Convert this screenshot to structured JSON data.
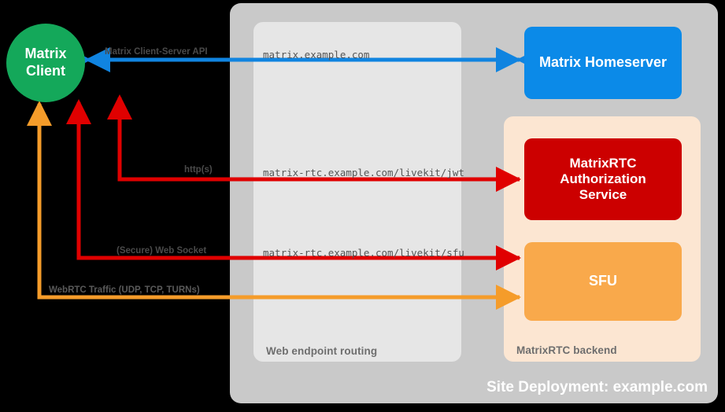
{
  "diagram": {
    "site_label": "Site Deployment: example.com",
    "panels": {
      "web_routing_label": "Web endpoint routing",
      "backend_label": "MatrixRTC backend"
    },
    "nodes": {
      "client": "Matrix\nClient",
      "client_line1": "Matrix",
      "client_line2": "Client",
      "homeserver": "Matrix Homeserver",
      "auth_line1": "MatrixRTC",
      "auth_line2": "Authorization",
      "auth_line3": "Service",
      "sfu": "SFU"
    },
    "endpoints": {
      "matrix": "matrix.example.com",
      "jwt": "matrix-rtc.example.com/livekit/jwt",
      "sfu": "matrix-rtc.example.com/livekit/sfu"
    },
    "connections": {
      "cs_api": "Matrix Client-Server API",
      "https": "http(s)",
      "websocket": "(Secure) Web Socket",
      "webrtc": "WebRTC Traffic (UDP, TCP, TURNs)"
    },
    "colors": {
      "client_green": "#14a85a",
      "homeserver_blue": "#0b8ae8",
      "auth_red": "#cc0000",
      "sfu_orange": "#f9a94b",
      "panel_outer_gray": "#c9c9c9",
      "panel_web_gray": "#e6e6e6",
      "panel_backend_peach": "#fce6d2",
      "arrow_blue": "#1084e0",
      "arrow_red": "#e00000",
      "arrow_orange": "#f59c2a",
      "background": "#000000"
    }
  }
}
